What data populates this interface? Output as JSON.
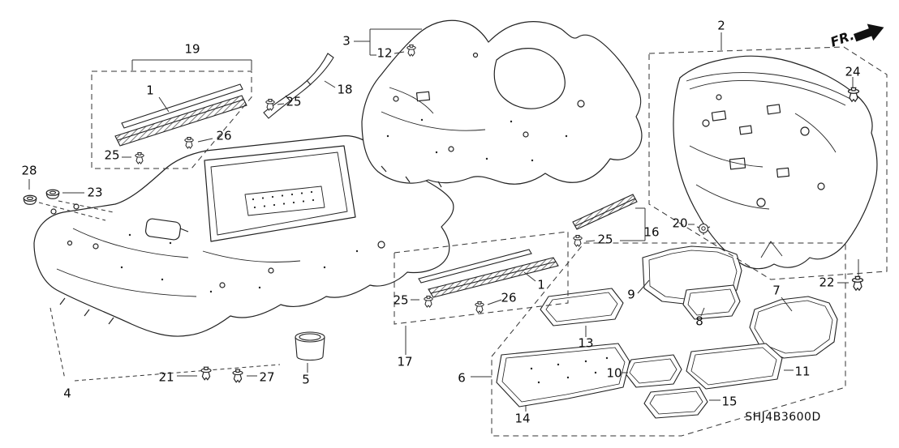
{
  "diagram": {
    "code": "SHJ4B3600D",
    "fr_label": "FR.",
    "labels": {
      "p19": "19",
      "p3": "3",
      "p12": "12",
      "p2": "2",
      "p24": "24",
      "p1a": "1",
      "p18": "18",
      "p25a": "25",
      "p26a": "26",
      "p25b": "25",
      "p28": "28",
      "p23": "23",
      "p20": "20",
      "p16": "16",
      "p25c": "25",
      "p22": "22",
      "p1b": "1",
      "p26b": "26",
      "p25d": "25",
      "p7": "7",
      "p9": "9",
      "p8": "8",
      "p13": "13",
      "p17": "17",
      "p10": "10",
      "p11": "11",
      "p6": "6",
      "p5": "5",
      "p21": "21",
      "p27": "27",
      "p4": "4",
      "p15": "15",
      "p14": "14"
    }
  }
}
